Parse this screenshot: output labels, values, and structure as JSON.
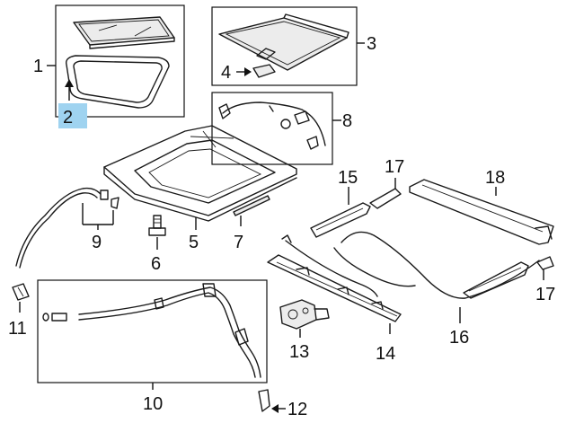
{
  "colors": {
    "ink": "#111111",
    "highlight": "#9fd3f0",
    "glass": "#d9d9d9"
  },
  "highlighted_callout": "2",
  "callouts": {
    "c1": "1",
    "c2": "2",
    "c3": "3",
    "c4": "4",
    "c5": "5",
    "c6": "6",
    "c7": "7",
    "c8": "8",
    "c9": "9",
    "c10": "10",
    "c11": "11",
    "c12": "12",
    "c13": "13",
    "c14": "14",
    "c15": "15",
    "c16": "16",
    "c17a": "17",
    "c17b": "17",
    "c18": "18"
  }
}
